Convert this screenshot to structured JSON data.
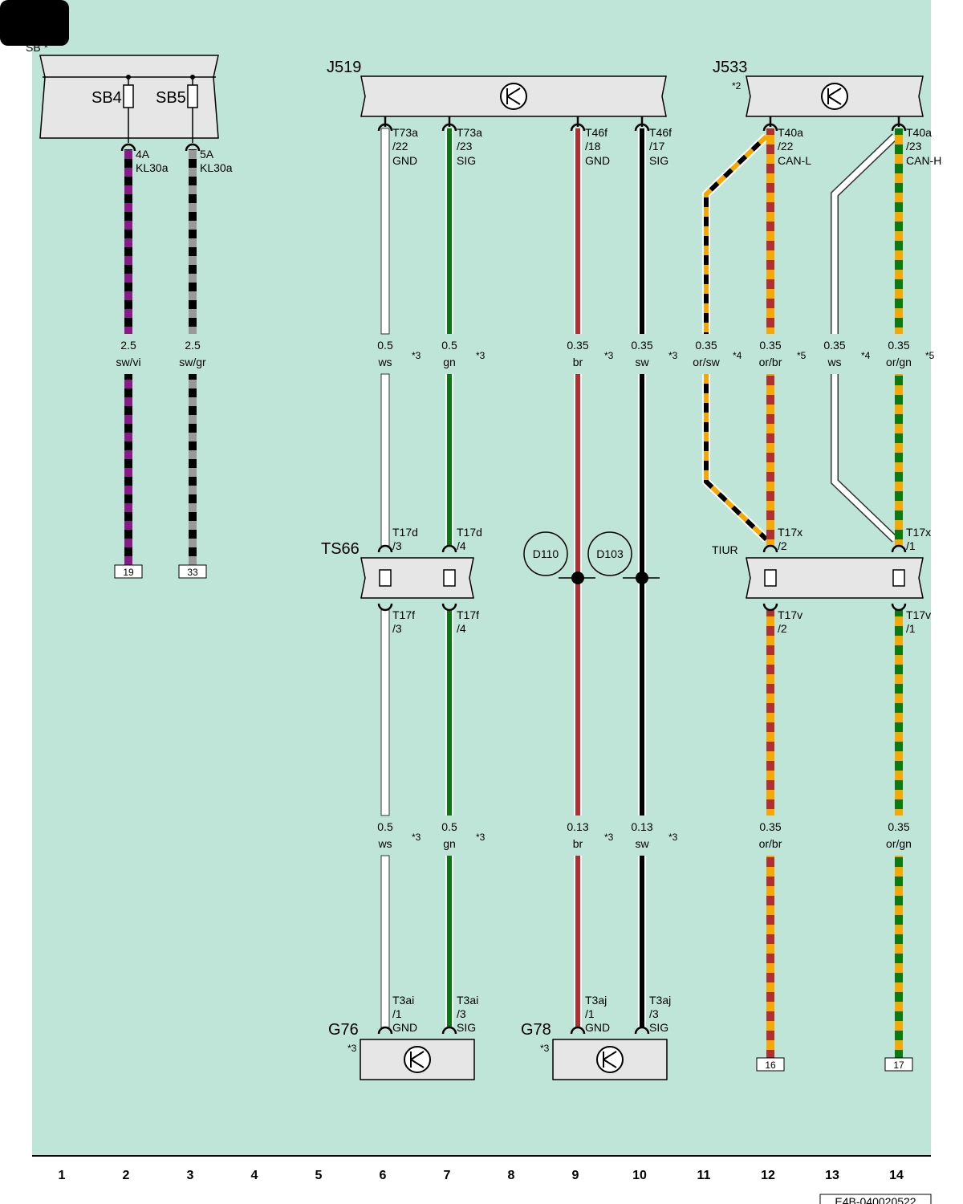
{
  "colors": {
    "background": "#bfe5d8",
    "component_fill": "#e6e6e6",
    "ws": "#ffffff",
    "gn": "#0a7a10",
    "br": "#b03030",
    "sw": "#000000",
    "vi": "#8a1a8a",
    "gr": "#999999",
    "or": "#f6a800"
  },
  "fusebox": {
    "title": "SB *",
    "fuses": [
      {
        "name": "SB4",
        "rating": "4A",
        "terminal": "KL30a",
        "gauge": "2.5",
        "color": "sw/vi",
        "connector": "19"
      },
      {
        "name": "SB5",
        "rating": "5A",
        "terminal": "KL30a",
        "gauge": "2.5",
        "color": "sw/gr",
        "connector": "33"
      }
    ]
  },
  "components": {
    "j519": {
      "label": "J519",
      "note": ""
    },
    "j533": {
      "label": "J533",
      "note": "*2"
    },
    "ts66": {
      "label": "TS66"
    },
    "tiur": {
      "label": "TIUR"
    },
    "g76": {
      "label": "G76",
      "note": "*3"
    },
    "g78": {
      "label": "G78",
      "note": "*3"
    },
    "d110": {
      "label": "D110"
    },
    "d103": {
      "label": "D103"
    }
  },
  "wires": [
    {
      "col": 6,
      "top_pin": [
        "T73a",
        "/22",
        "GND"
      ],
      "mid_gauge": "0.5",
      "mid_color": "ws",
      "mid_note": "*3",
      "split_top": [
        "T17d",
        "/3"
      ],
      "split_bot": [
        "T17f",
        "/3"
      ],
      "low_gauge": "0.5",
      "low_color": "ws",
      "low_note": "*3",
      "bot_pin": [
        "T3ai",
        "/1",
        "GND"
      ]
    },
    {
      "col": 7,
      "top_pin": [
        "T73a",
        "/23",
        "SIG"
      ],
      "mid_gauge": "0.5",
      "mid_color": "gn",
      "mid_note": "*3",
      "split_top": [
        "T17d",
        "/4"
      ],
      "split_bot": [
        "T17f",
        "/4"
      ],
      "low_gauge": "0.5",
      "low_color": "gn",
      "low_note": "*3",
      "bot_pin": [
        "T3ai",
        "/3",
        "SIG"
      ]
    },
    {
      "col": 9,
      "top_pin": [
        "T46f",
        "/18",
        "GND"
      ],
      "mid_gauge": "0.35",
      "mid_color": "br",
      "mid_note": "*3",
      "low_gauge": "0.13",
      "low_color": "br",
      "low_note": "*3",
      "bot_pin": [
        "T3aj",
        "/1",
        "GND"
      ]
    },
    {
      "col": 10,
      "top_pin": [
        "T46f",
        "/17",
        "SIG"
      ],
      "mid_gauge": "0.35",
      "mid_color": "sw",
      "mid_note": "*3",
      "low_gauge": "0.13",
      "low_color": "sw",
      "low_note": "*3",
      "bot_pin": [
        "T3aj",
        "/3",
        "SIG"
      ]
    },
    {
      "col": 11,
      "mid_gauge": "0.35",
      "mid_color": "or/sw",
      "mid_note": "*4"
    },
    {
      "col": 12,
      "top_pin": [
        "T40a",
        "/22",
        "CAN-L"
      ],
      "mid_gauge": "0.35",
      "mid_color": "or/br",
      "mid_note": "*5",
      "split_top": [
        "T17x",
        "/2"
      ],
      "split_bot": [
        "T17v",
        "/2"
      ],
      "low_gauge": "0.35",
      "low_color": "or/br",
      "connector": "16"
    },
    {
      "col": 13,
      "mid_gauge": "0.35",
      "mid_color": "ws",
      "mid_note": "*4"
    },
    {
      "col": 14,
      "top_pin": [
        "T40a",
        "/23",
        "CAN-H"
      ],
      "mid_gauge": "0.35",
      "mid_color": "or/gn",
      "mid_note": "*5",
      "split_top": [
        "T17x",
        "/1"
      ],
      "split_bot": [
        "T17v",
        "/1"
      ],
      "low_gauge": "0.35",
      "low_color": "or/gn",
      "connector": "17"
    }
  ],
  "columns": [
    "1",
    "2",
    "3",
    "4",
    "5",
    "6",
    "7",
    "8",
    "9",
    "10",
    "11",
    "12",
    "13",
    "14"
  ],
  "document_code": "E4B-040020522"
}
